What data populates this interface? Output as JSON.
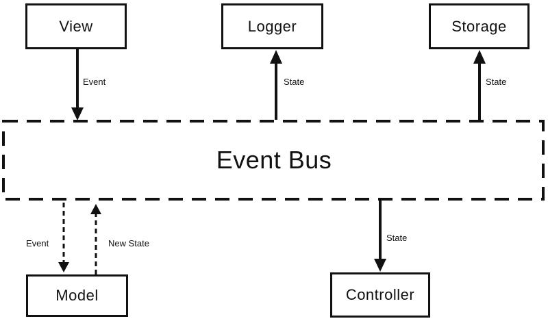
{
  "diagram": {
    "title": "Event Bus",
    "colors": {
      "line": "#111111",
      "background": "#ffffff",
      "box_fill": "#ffffff"
    },
    "nodes": [
      {
        "id": "view",
        "label": "View"
      },
      {
        "id": "logger",
        "label": "Logger"
      },
      {
        "id": "storage",
        "label": "Storage"
      },
      {
        "id": "event_bus",
        "label": "Event Bus"
      },
      {
        "id": "model",
        "label": "Model"
      },
      {
        "id": "controller",
        "label": "Controller"
      }
    ],
    "edges": [
      {
        "from": "view",
        "to": "event_bus",
        "label": "Event",
        "style": "solid",
        "direction": "down"
      },
      {
        "from": "event_bus",
        "to": "logger",
        "label": "State",
        "style": "solid",
        "direction": "up"
      },
      {
        "from": "event_bus",
        "to": "storage",
        "label": "State",
        "style": "solid",
        "direction": "up"
      },
      {
        "from": "event_bus",
        "to": "controller",
        "label": "State",
        "style": "solid",
        "direction": "down"
      },
      {
        "from": "event_bus",
        "to": "model",
        "label": "Event",
        "style": "dashed",
        "direction": "down"
      },
      {
        "from": "model",
        "to": "event_bus",
        "label": "New State",
        "style": "dashed",
        "direction": "up"
      }
    ]
  }
}
